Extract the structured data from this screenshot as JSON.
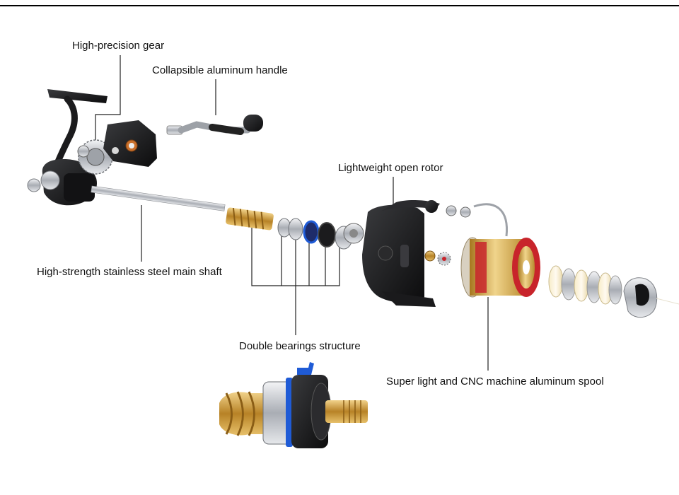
{
  "labels": {
    "gear": "High-precision gear",
    "handle": "Collapsible aluminum handle",
    "rotor": "Lightweight open rotor",
    "shaft": "High-strength stainless steel main shaft",
    "bearings": "Double bearings structure",
    "spool": "Super light and CNC machine aluminum spool"
  },
  "colors": {
    "leader": "#222222",
    "body": "#1c1c1e",
    "metal": "#c9ccd1",
    "brass": "#c89a3c",
    "gold": "#d2a74a",
    "red": "#c8242b",
    "blue": "#1f5bd6"
  }
}
